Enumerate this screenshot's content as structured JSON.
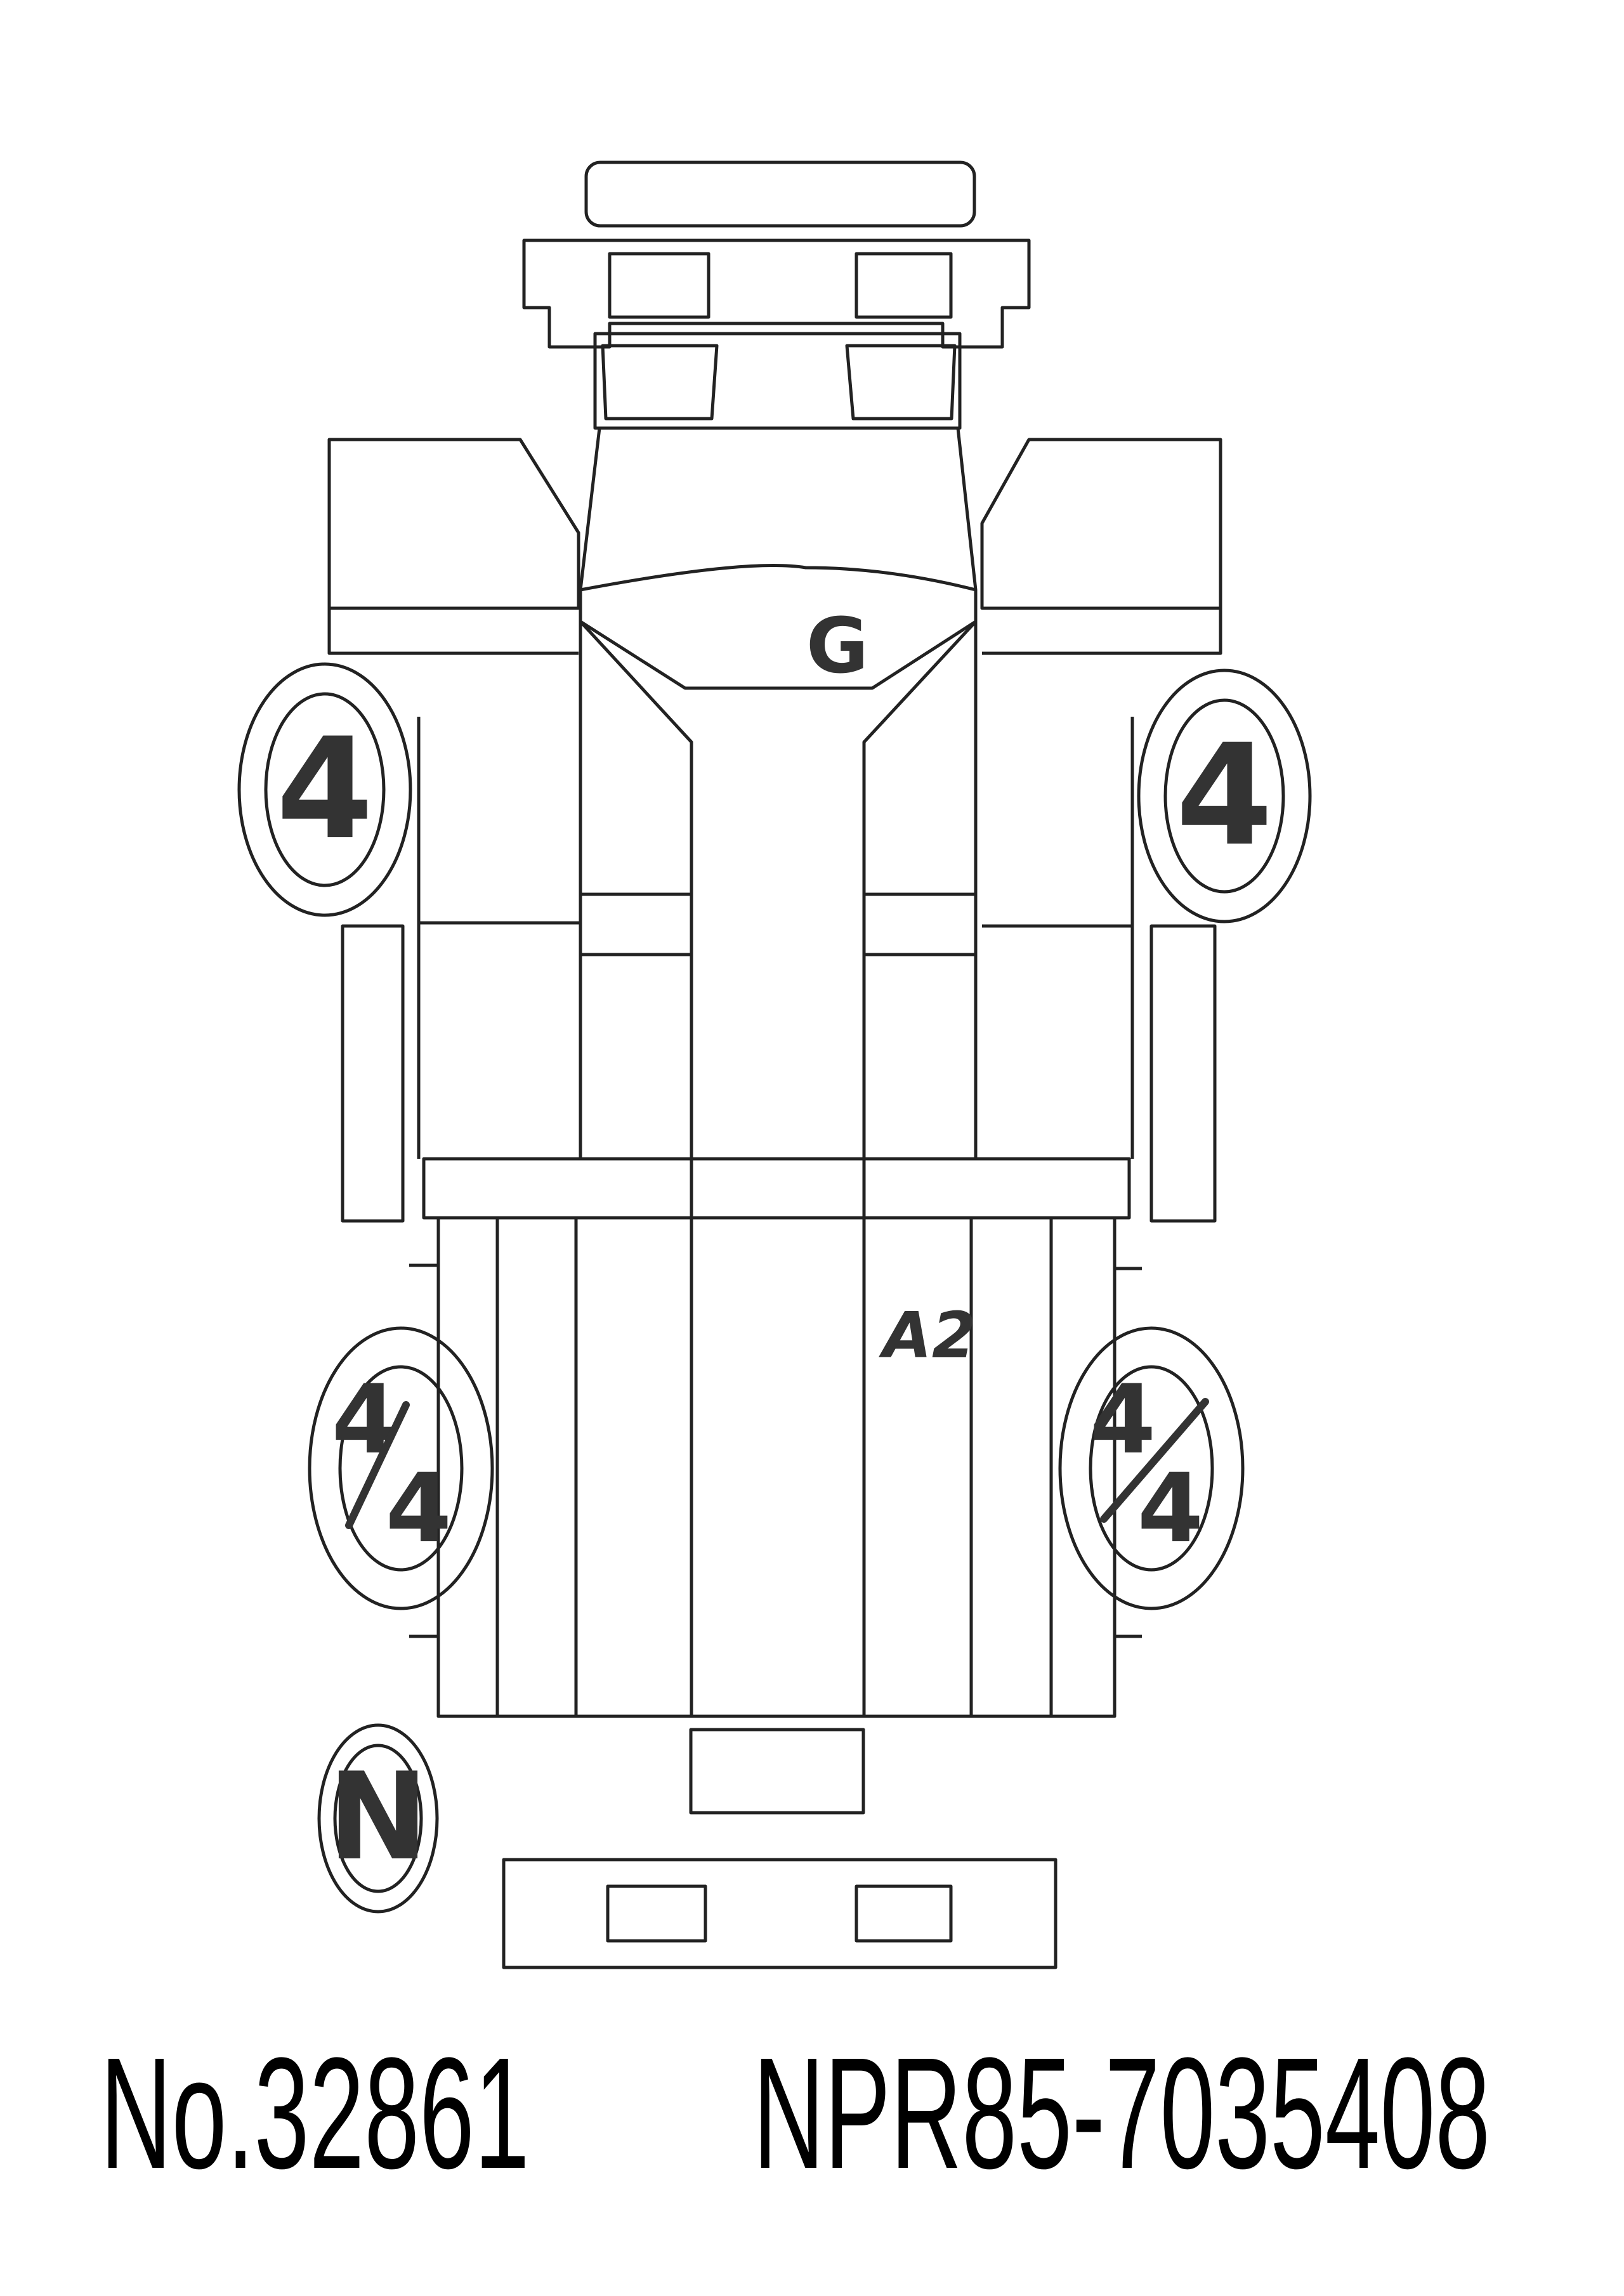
{
  "sheet": {
    "number": "No.32861",
    "chassis": "NPR85-7035408"
  },
  "marks": {
    "hood": "G",
    "bed": "A2",
    "front_left_tire": "4",
    "front_right_tire": "4",
    "rear_left_tire_outer": "4",
    "rear_left_tire_inner": "4",
    "rear_right_tire_outer": "4",
    "rear_right_tire_inner": "4",
    "spare_tire": "N"
  },
  "colors": {
    "line": "#222222",
    "ink": "#333333"
  }
}
